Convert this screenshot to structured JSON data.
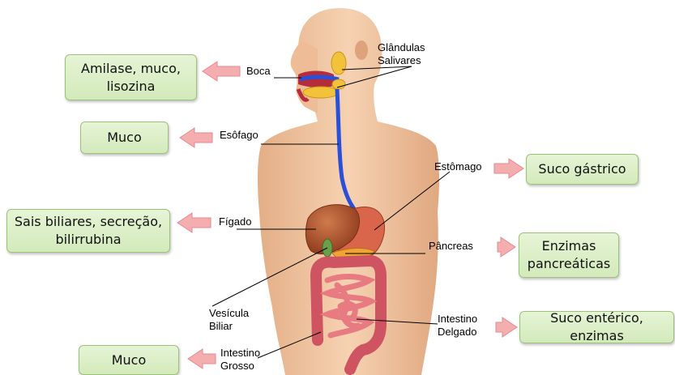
{
  "labels": {
    "boca": "Boca",
    "glandulas": "Glândulas\nSalivares",
    "esofago": "Esôfago",
    "estomago": "Estômago",
    "figado": "Fígado",
    "pancreas": "Pâncreas",
    "vesicula": "Vesícula\nBiliar",
    "intestino_delgado": "Intestino\nDelgado",
    "intestino_grosso": "Intestino\nGrosso"
  },
  "secretions": {
    "boca": "Amilase, muco,\nlisozina",
    "esofago": "Muco",
    "estomago": "Suco gástrico",
    "figado": "Sais biliares, secreção,\nbilirrubina",
    "pancreas": "Enzimas\npancreáticas",
    "intestino_delgado": "Suco entérico, enzimas",
    "intestino_grosso": "Muco"
  },
  "colors": {
    "box_border": "#9cc27a",
    "arrow": "#f4aeb0",
    "skin": "#efc09a",
    "esophagus": "#2a4fd8",
    "liver": "#b5552c",
    "stomach": "#d9664a",
    "intestine": "#e06a72"
  }
}
